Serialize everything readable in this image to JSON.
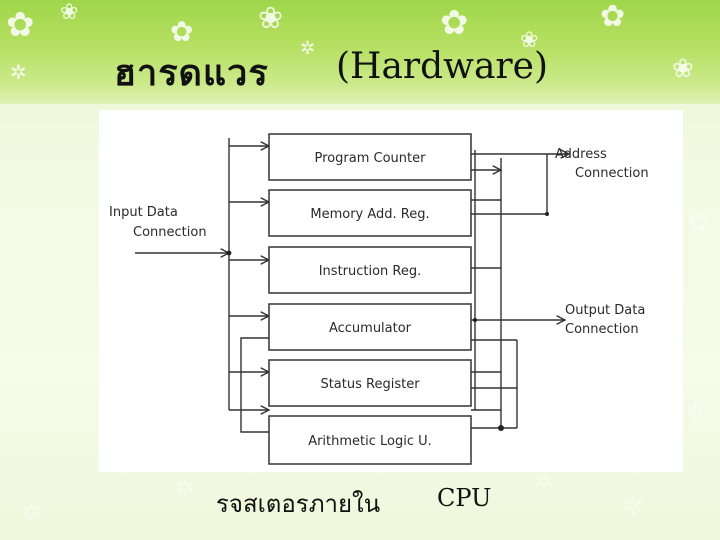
{
  "title": {
    "thai": "ฮารดแวร",
    "english": "(Hardware)"
  },
  "caption": {
    "thai": "รจสเตอรภายใน",
    "english": "CPU"
  },
  "diagram": {
    "registers": [
      "Program  Counter",
      "Memory  Add.  Reg.",
      "Instruction  Reg.",
      "Accumulator",
      "Status  Register",
      "Arithmetic  Logic  U."
    ],
    "input_connection": [
      "Input  Data",
      "Connection"
    ],
    "address_connection": [
      "Address",
      "Connection"
    ],
    "output_connection": [
      "Output  Data",
      "Connection"
    ]
  },
  "decoration": {
    "icon": "white-flower-icon",
    "accent_color": "#9fd64a"
  }
}
